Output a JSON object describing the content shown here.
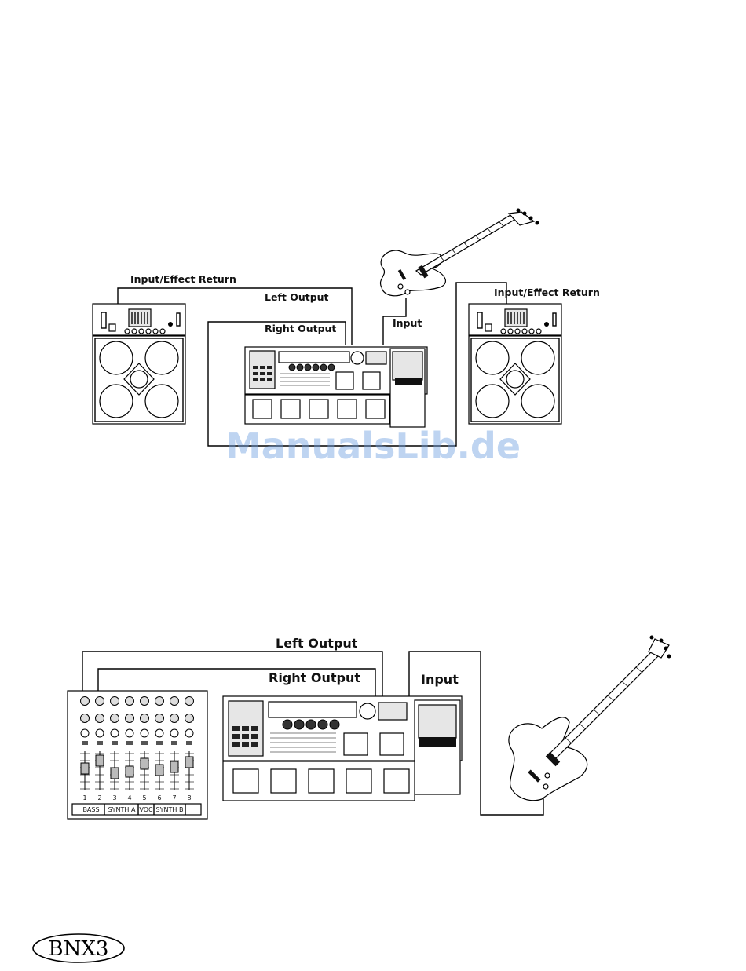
{
  "diagram_top": {
    "label_input_effect_return_left": "Input/Effect Return",
    "label_left_output": "Left Output",
    "label_right_output": "Right Output",
    "label_input": "Input",
    "label_input_effect_return_right": "Input/Effect Return"
  },
  "diagram_bottom": {
    "label_left_output": "Left Output",
    "label_right_output": "Right Output",
    "label_input": "Input",
    "mixer_channel_numbers": [
      "1",
      "2",
      "3",
      "4",
      "5",
      "6",
      "7",
      "8"
    ],
    "mixer_strip_labels": [
      "BASS",
      "SYNTH A",
      "VOC",
      "SYNTH B"
    ]
  },
  "watermark": "ManualsLib.de",
  "footer_logo": "BNX3"
}
